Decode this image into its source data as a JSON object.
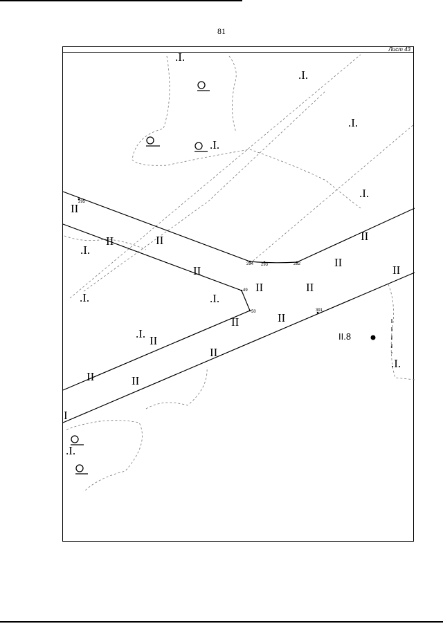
{
  "page": {
    "number": "81"
  },
  "map": {
    "sheet_label": "Лист 43",
    "point_labels": [
      "295",
      "294",
      "293",
      "292",
      "49",
      "50",
      "391"
    ],
    "feature_label": "II.8"
  }
}
